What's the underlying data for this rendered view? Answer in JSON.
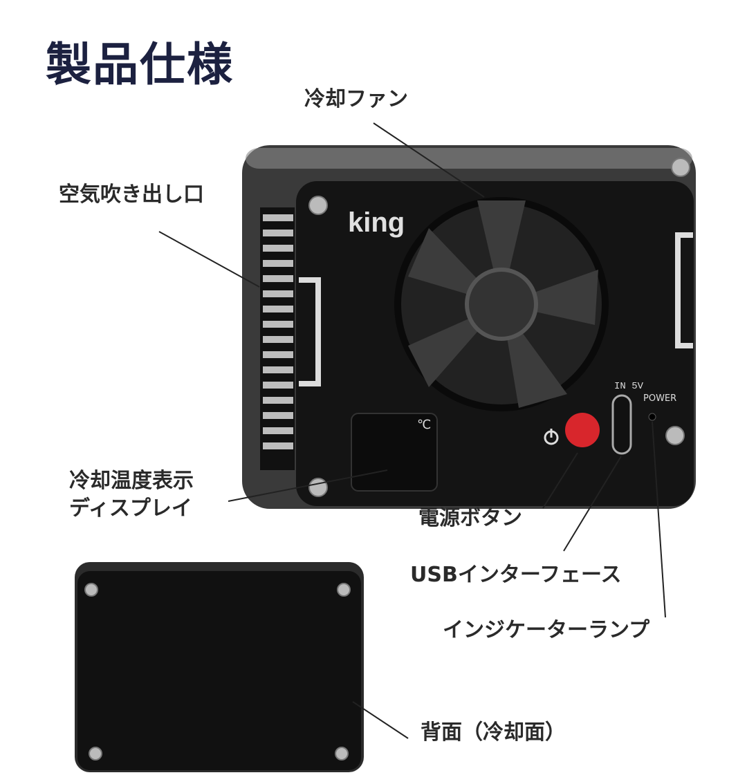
{
  "title": "製品仕様",
  "labels": {
    "fan": "冷却ファン",
    "vent": "空気吹き出し口",
    "display_line1": "冷却温度表示",
    "display_line2": "ディスプレイ",
    "power_button": "電源ボタン",
    "usb": "USBインターフェース",
    "indicator": "インジケーターランプ",
    "back": "背面（冷却面）"
  },
  "device": {
    "brand": "king",
    "temp_unit": "℃",
    "usb_label": "IN 5V",
    "power_label": "POWER"
  },
  "colors": {
    "title": "#1c2140",
    "button": "#d8262c",
    "body": "#1a1a1a"
  }
}
